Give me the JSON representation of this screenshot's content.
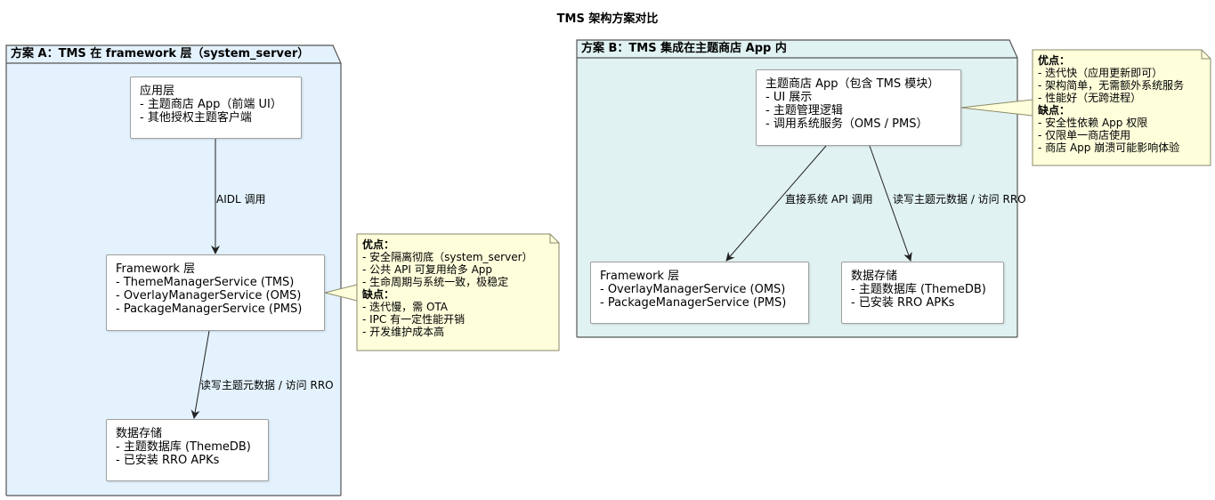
{
  "diagram": {
    "title": "TMS 架构方案对比",
    "colors": {
      "package_a_bg": "#e3f2fd",
      "package_b_bg": "#e0f2f1",
      "note_bg": "#fefedb",
      "border": "#555555",
      "node_border": "#a0a0a0"
    },
    "package_a": {
      "label": "方案 A：TMS 在 framework 层（system_server）",
      "app_layer": {
        "lines": [
          "应用层",
          "- 主题商店 App（前端 UI）",
          "- 其他授权主题客户端"
        ]
      },
      "framework": {
        "lines": [
          "Framework 层",
          "- ThemeManagerService (TMS)",
          "- OverlayManagerService (OMS)",
          "- PackageManagerService (PMS)"
        ]
      },
      "storage": {
        "lines": [
          "数据存储",
          "- 主题数据库 (ThemeDB)",
          "- 已安装 RRO APKs"
        ]
      },
      "edge_app_framework": "AIDL 调用",
      "edge_framework_storage": "读写主题元数据 / 访问 RRO",
      "note": {
        "pros_title": "优点：",
        "pros": [
          "- 安全隔离彻底（system_server）",
          "- 公共 API 可复用给多 App",
          "- 生命周期与系统一致，极稳定"
        ],
        "cons_title": "缺点：",
        "cons": [
          "- 迭代慢，需 OTA",
          "- IPC 有一定性能开销",
          "- 开发维护成本高"
        ]
      }
    },
    "package_b": {
      "label": "方案 B：TMS 集成在主题商店 App 内",
      "store_app": {
        "lines": [
          "主题商店 App（包含 TMS 模块）",
          "- UI 展示",
          "- 主题管理逻辑",
          "- 调用系统服务（OMS / PMS）"
        ]
      },
      "framework": {
        "lines": [
          "Framework 层",
          "- OverlayManagerService (OMS)",
          "- PackageManagerService (PMS)"
        ]
      },
      "storage": {
        "lines": [
          "数据存储",
          "- 主题数据库 (ThemeDB)",
          "- 已安装 RRO APKs"
        ]
      },
      "edge_app_framework": "直接系统 API 调用",
      "edge_app_storage": "读写主题元数据 / 访问 RRO",
      "note": {
        "pros_title": "优点：",
        "pros": [
          "- 迭代快（应用更新即可）",
          "- 架构简单，无需额外系统服务",
          "- 性能好（无跨进程）"
        ],
        "cons_title": "缺点：",
        "cons": [
          "- 安全性依赖 App 权限",
          "- 仅限单一商店使用",
          "- 商店 App 崩溃可能影响体验"
        ]
      }
    }
  }
}
